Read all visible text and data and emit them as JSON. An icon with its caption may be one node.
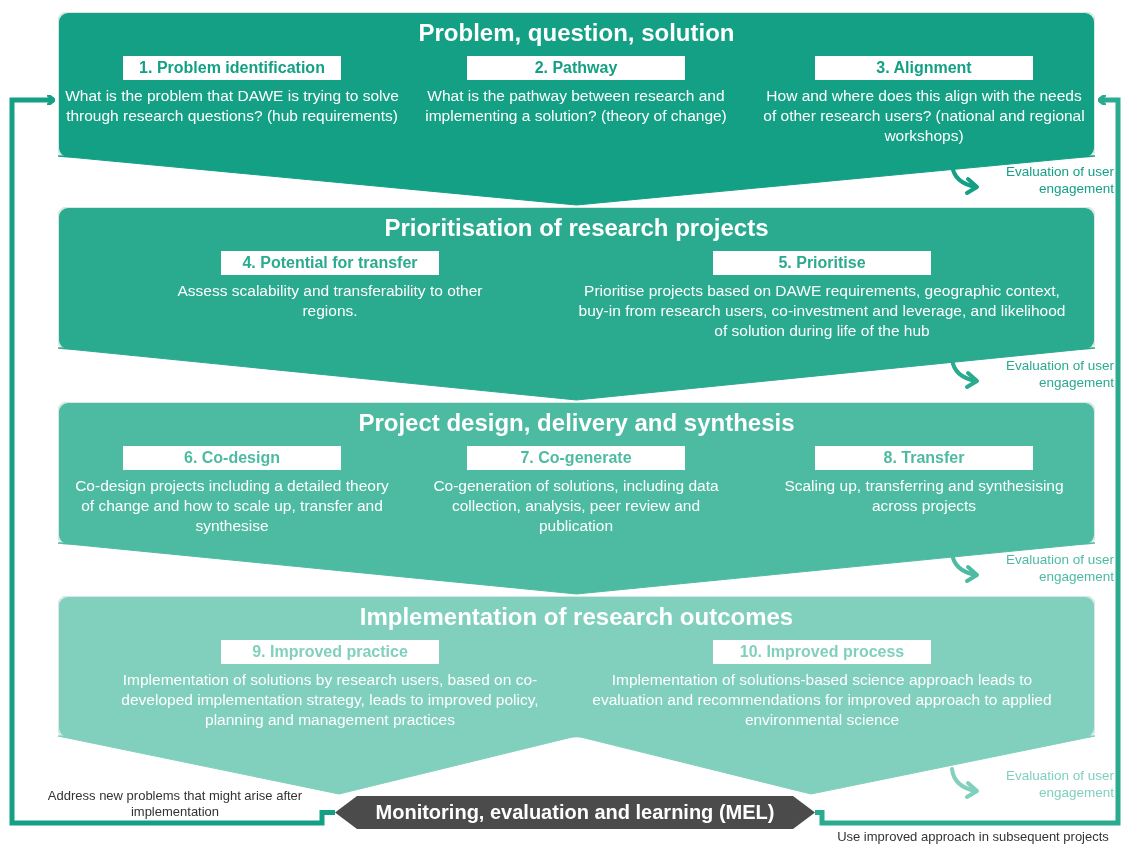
{
  "diagram": {
    "nodes": [
      {
        "text": [
          "Problem, question, solution"
        ],
        "beside": [
          "Evaluation of user engagement"
        ]
      },
      {
        "text": [
          "1. Problem identification",
          "What is the problem that DAWE is trying to solve through research questions? (hub requirements)"
        ],
        "in": 0
      },
      {
        "text": [
          "2. Pathway",
          "What is the pathway between research and implementing a solution? (theory of change)"
        ],
        "in": 0
      },
      {
        "text": [
          "3. Alignment",
          "How and where does this align with the needs of other research users? (national and regional workshops)"
        ],
        "in": 0
      },
      {
        "text": [
          "Prioritisation of research projects"
        ],
        "beside": [
          "Evaluation of user engagement"
        ]
      },
      {
        "text": [
          "4. Potential for transfer",
          "Assess scalability and transferability to other regions."
        ],
        "in": 4
      },
      {
        "text": [
          "5. Prioritise",
          "Prioritise projects based on DAWE requirements, geographic context, buy-in from research users, co-investment and leverage, and likelihood of solution during life of the hub"
        ],
        "in": 4
      },
      {
        "text": [
          "Project design, delivery and synthesis"
        ],
        "beside": [
          "Evaluation of user engagement"
        ]
      },
      {
        "text": [
          "6. Co-design",
          "Co-design projects including a detailed theory of change and how to scale up, transfer and synthesise"
        ],
        "in": 7
      },
      {
        "text": [
          "7. Co-generate",
          "Co-generation of solutions, including data collection, analysis, peer review and publication"
        ],
        "in": 7
      },
      {
        "text": [
          "8. Transfer",
          "Scaling up, transferring and synthesising across projects"
        ],
        "in": 7
      },
      {
        "text": [
          "Implementation of research outcomes"
        ],
        "beside": [
          "Evaluation of user engagement"
        ]
      },
      {
        "text": [
          "9. Improved practice",
          "Implementation of solutions by research users, based on co-developed implementation strategy, leads to improved policy, planning and management practices"
        ],
        "in": 11
      },
      {
        "text": [
          "10. Improved process",
          "Implementation of solutions-based science approach leads to evaluation and recommendations for improved approach to applied environmental science"
        ],
        "in": 11
      },
      {
        "text": [
          "Monitoring, evaluation and learning (MEL)"
        ]
      }
    ],
    "edges": [
      {
        "from": 0,
        "to": 4,
        "arrow": "to"
      },
      {
        "from": 4,
        "to": 7,
        "arrow": "to"
      },
      {
        "from": 7,
        "to": 11,
        "arrow": "to"
      },
      {
        "from": 11,
        "to": 14,
        "arrow": "to"
      },
      {
        "from": 11,
        "to": 14,
        "arrow": "to"
      },
      {
        "from": 14,
        "to": 0,
        "arrow": "to",
        "label": "Address new problems that might arise after implementation"
      },
      {
        "from": 14,
        "to": 0,
        "arrow": "to",
        "label": "Use improved approach in subsequent projects"
      }
    ]
  }
}
